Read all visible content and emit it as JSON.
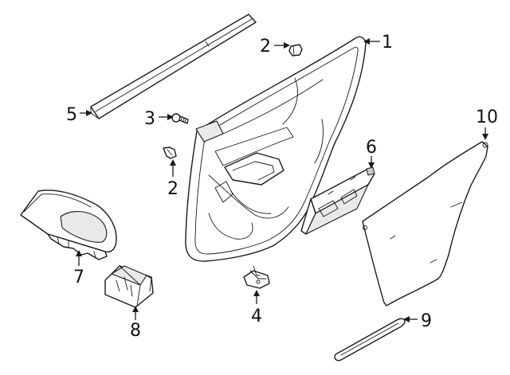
{
  "callouts": {
    "c1": "1",
    "c2a": "2",
    "c2b": "2",
    "c3": "3",
    "c4": "4",
    "c5": "5",
    "c6": "6",
    "c7": "7",
    "c8": "8",
    "c9": "9",
    "c10": "10"
  },
  "colors": {
    "line": "#1a1a1a",
    "background": "#ffffff"
  }
}
